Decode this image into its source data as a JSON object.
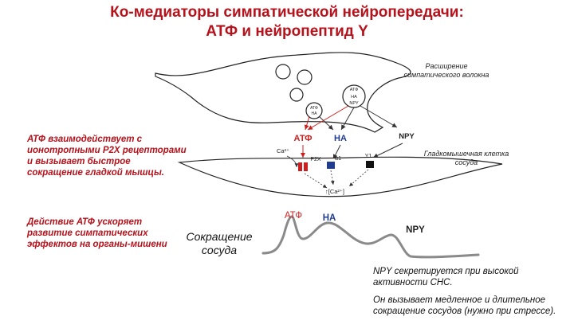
{
  "title_line1": "Ко-медиаторы симпатической нейропередачи:",
  "title_line2": "АТФ и нейропептид Y",
  "labels": {
    "fiber": "Расширение симпатического волокна",
    "smooth_muscle": "Гладкомышечная клетка сосуда",
    "contraction": "Сокращение сосуда"
  },
  "vesicles": {
    "large": [
      "АТФ",
      "НА",
      "NPY"
    ],
    "small": [
      "АТФ",
      "НА"
    ]
  },
  "transmitters": {
    "atp": "АТФ",
    "na": "НА",
    "npy": "NPY"
  },
  "receptors": {
    "p2x": "P2X",
    "alpha1": "α1",
    "y1": "Y1"
  },
  "ions": {
    "ca_in": "Ca²⁺",
    "ca_rise": "↑[Ca²⁺]"
  },
  "curve_labels": {
    "atp": "АТФ",
    "na": "НА",
    "npy": "NPY"
  },
  "notes": {
    "atp_receptors": "АТФ взаимодействует с ионотропными P2X рецепторами и вызывает быстрое сокращение гладкой мышцы.",
    "atp_effect": "Действие АТФ ускоряет развитие симпатических эффектов на органы-мишени",
    "npy_secretion": "NPY секретируется при высокой активности СНС.",
    "npy_effect": "Он вызывает медленное и длительное сокращение сосудов (нужно при стрессе)."
  },
  "colors": {
    "title": "#b5121b",
    "atp": "#cc1f1f",
    "na": "#1f3c8f",
    "curve": "#888888"
  }
}
